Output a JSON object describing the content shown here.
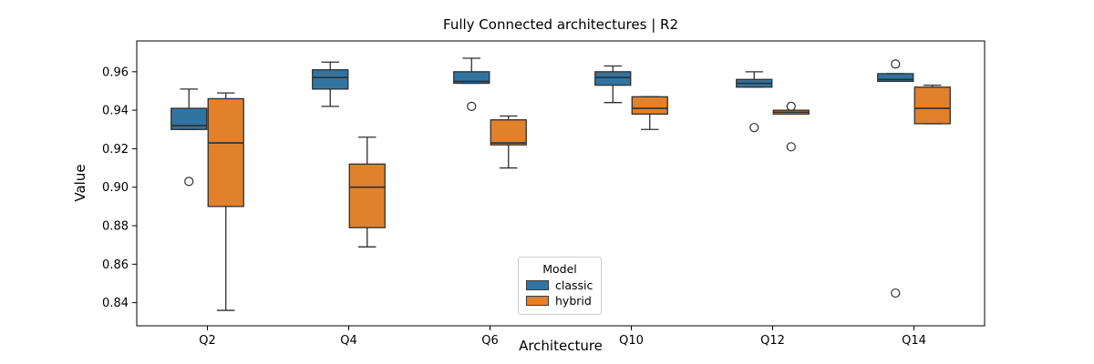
{
  "chart_data": {
    "type": "boxplot",
    "title": "Fully Connected architectures | R2",
    "xlabel": "Architecture",
    "ylabel": "Value",
    "categories": [
      "Q2",
      "Q4",
      "Q6",
      "Q10",
      "Q12",
      "Q14"
    ],
    "ylim": [
      0.828,
      0.976
    ],
    "yticks": [
      0.84,
      0.86,
      0.88,
      0.9,
      0.92,
      0.94,
      0.96
    ],
    "grid": false,
    "legend": {
      "title": "Model",
      "position": "lower center inside axes"
    },
    "series": [
      {
        "name": "classic",
        "color": "#3274a1",
        "boxes": [
          {
            "whislo": 0.93,
            "q1": 0.93,
            "med": 0.932,
            "q3": 0.941,
            "whishi": 0.951,
            "fliers": [
              0.903
            ]
          },
          {
            "whislo": 0.942,
            "q1": 0.951,
            "med": 0.957,
            "q3": 0.961,
            "whishi": 0.965,
            "fliers": []
          },
          {
            "whislo": 0.954,
            "q1": 0.954,
            "med": 0.955,
            "q3": 0.96,
            "whishi": 0.967,
            "fliers": [
              0.942
            ]
          },
          {
            "whislo": 0.944,
            "q1": 0.953,
            "med": 0.957,
            "q3": 0.96,
            "whishi": 0.963,
            "fliers": []
          },
          {
            "whislo": 0.952,
            "q1": 0.952,
            "med": 0.954,
            "q3": 0.956,
            "whishi": 0.96,
            "fliers": [
              0.931
            ]
          },
          {
            "whislo": 0.955,
            "q1": 0.955,
            "med": 0.956,
            "q3": 0.959,
            "whishi": 0.959,
            "fliers": [
              0.964,
              0.845
            ]
          }
        ]
      },
      {
        "name": "hybrid",
        "color": "#e1812c",
        "boxes": [
          {
            "whislo": 0.836,
            "q1": 0.89,
            "med": 0.923,
            "q3": 0.946,
            "whishi": 0.949,
            "fliers": []
          },
          {
            "whislo": 0.869,
            "q1": 0.879,
            "med": 0.9,
            "q3": 0.912,
            "whishi": 0.926,
            "fliers": []
          },
          {
            "whislo": 0.91,
            "q1": 0.922,
            "med": 0.923,
            "q3": 0.935,
            "whishi": 0.937,
            "fliers": []
          },
          {
            "whislo": 0.93,
            "q1": 0.938,
            "med": 0.941,
            "q3": 0.947,
            "whishi": 0.947,
            "fliers": []
          },
          {
            "whislo": 0.938,
            "q1": 0.938,
            "med": 0.939,
            "q3": 0.94,
            "whishi": 0.94,
            "fliers": [
              0.942,
              0.921
            ]
          },
          {
            "whislo": 0.933,
            "q1": 0.933,
            "med": 0.941,
            "q3": 0.952,
            "whishi": 0.953,
            "fliers": []
          }
        ]
      }
    ]
  }
}
